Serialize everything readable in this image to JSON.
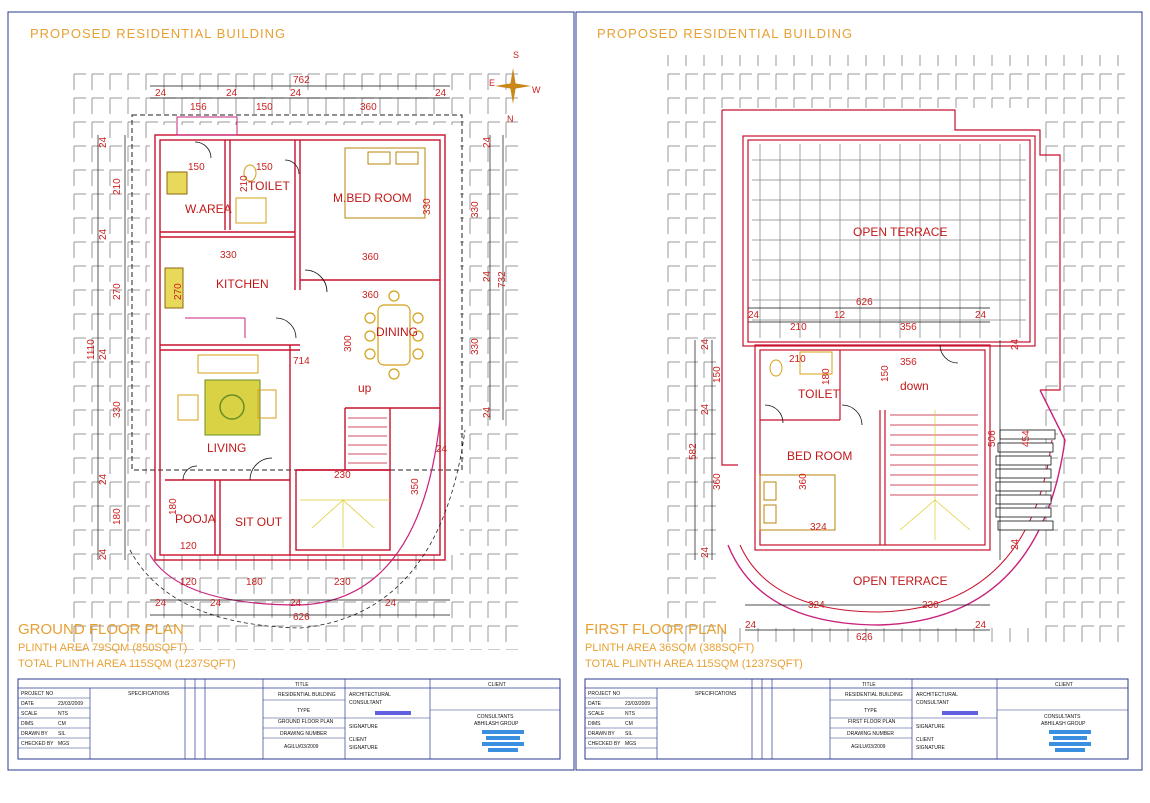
{
  "left": {
    "header": "PROPOSED RESIDENTIAL BUILDING",
    "plan_title": "GROUND FLOOR PLAN",
    "plinth_area": "PLINTH AREA 79SQM (850SQFT)",
    "total_plinth_area": "TOTAL PLINTH AREA 115SQM (1237SQFT)",
    "rooms": {
      "warea": "W.AREA",
      "toilet": "TOILET",
      "mbed": "M.BED ROOM",
      "kitchen": "KITCHEN",
      "dining": "DINING",
      "living": "LIVING",
      "up": "up",
      "pooja": "POOJA",
      "sitout": "SIT OUT"
    },
    "compass": {
      "s": "S",
      "e": "E",
      "w": "W",
      "n": "N"
    },
    "dims": {
      "top_total": "762",
      "top_24a": "24",
      "top_156": "156",
      "top_24b": "24",
      "top_150": "150",
      "top_24c": "24",
      "top_360": "360",
      "top_24d": "24",
      "l_24a": "24",
      "l_210": "210",
      "l_24b": "24",
      "l_270": "270",
      "l_24c": "24",
      "l_330": "330",
      "l_24d": "24",
      "l_180": "180",
      "l_24e": "24",
      "l_total": "1110",
      "r_24a": "24",
      "r_330a": "330",
      "r_24b": "24",
      "r_330b": "330",
      "r_24c": "24",
      "r_total": "732",
      "in_150a": "150",
      "in_150b": "150",
      "in_210": "210",
      "in_330a": "330",
      "in_360a": "360",
      "in_360b": "360",
      "in_330b": "330",
      "in_270": "270",
      "in_300": "300",
      "in_714": "714",
      "in_24": "24",
      "in_230a": "230",
      "in_350": "350",
      "in_180": "180",
      "in_120a": "120",
      "b_120": "120",
      "b_180": "180",
      "b_230": "230",
      "b_24a": "24",
      "b_24b": "24",
      "b_24c": "24",
      "b_24d": "24",
      "b_626": "626"
    },
    "title_block": {
      "project_no": "PROJECT NO",
      "date": "DATE",
      "date_val": "23/03/2009",
      "scale": "SCALE",
      "scale_val": "NTS",
      "dims": "DIMS",
      "dims_val": "CM",
      "drawn_by": "DRAWN BY",
      "drawn_val": "SIL",
      "checked_by": "CHECKED BY",
      "checked_val": "MGS",
      "specifications": "SPECIFICATIONS",
      "title": "TITLE",
      "title_val": "RESIDENTIAL BUILDING",
      "type": "TYPE",
      "type_val": "GROUND FLOOR PLAN",
      "drawing_number": "DRAWING NUMBER",
      "drawing_val": "AGILU/03/2009",
      "arch_consultant_1": "ARCHITECTURAL",
      "arch_consultant_2": "CONSULTANT",
      "signature": "SIGNATURE",
      "client": "CLIENT",
      "client_sig": "CLIENT",
      "signature2": "SIGNATURE",
      "consultants": "CONSULTANTS",
      "consultants_name": "ABHILASH GROUP"
    }
  },
  "right": {
    "header": "PROPOSED RESIDENTIAL BUILDING",
    "plan_title": "FIRST FLOOR PLAN",
    "plinth_area": "PLINTH AREA 36SQM (388SQFT)",
    "total_plinth_area": "TOTAL PLINTH AREA 115SQM (1237SQFT)",
    "rooms": {
      "open_terrace_top": "OPEN TERRACE",
      "toilet": "TOILET",
      "bedroom": "BED ROOM",
      "down": "down",
      "open_terrace_bottom": "OPEN TERRACE"
    },
    "dims": {
      "t_626": "626",
      "t_24a": "24",
      "t_210": "210",
      "t_12": "12",
      "t_356": "356",
      "t_24b": "24",
      "l_24a": "24",
      "l_150": "150",
      "l_24b": "24",
      "l_360": "360",
      "l_24c": "24",
      "l_total": "582",
      "r_24a": "24",
      "r_24b": "24",
      "r_506": "506",
      "r_454": "454",
      "in_210": "210",
      "in_180": "180",
      "in_356": "356",
      "in_150": "150",
      "in_360": "360",
      "in_324": "324",
      "b_324": "324",
      "b_230": "230",
      "b_24a": "24",
      "b_24b": "24",
      "b_626": "626"
    },
    "title_block": {
      "project_no": "PROJECT NO",
      "date": "DATE",
      "date_val": "23/03/2009",
      "scale": "SCALE",
      "scale_val": "NTS",
      "dims": "DIMS",
      "dims_val": "CM",
      "drawn_by": "DRAWN BY",
      "drawn_val": "SIL",
      "checked_by": "CHECKED BY",
      "checked_val": "MGS",
      "specifications": "SPECIFICATIONS",
      "title": "TITLE",
      "title_val": "RESIDENTIAL BUILDING",
      "type": "TYPE",
      "type_val": "FIRST FLOOR PLAN",
      "drawing_number": "DRAWING NUMBER",
      "drawing_val": "AGILU/03/2009",
      "arch_consultant_1": "ARCHITECTURAL",
      "arch_consultant_2": "CONSULTANT",
      "signature": "SIGNATURE",
      "client": "CLIENT",
      "client_sig": "CLIENT",
      "signature2": "SIGNATURE",
      "consultants": "CONSULTANTS",
      "consultants_name": "ABHILASH GROUP"
    }
  },
  "colors": {
    "wall": "#c8102e",
    "header_orange": "#e8a033",
    "dim_red": "#cc1f1f",
    "furniture": "#d4a017",
    "terrace_grid": "#8c8c8c",
    "blue_block": "#3b3bd4",
    "dashed": "#222222"
  }
}
